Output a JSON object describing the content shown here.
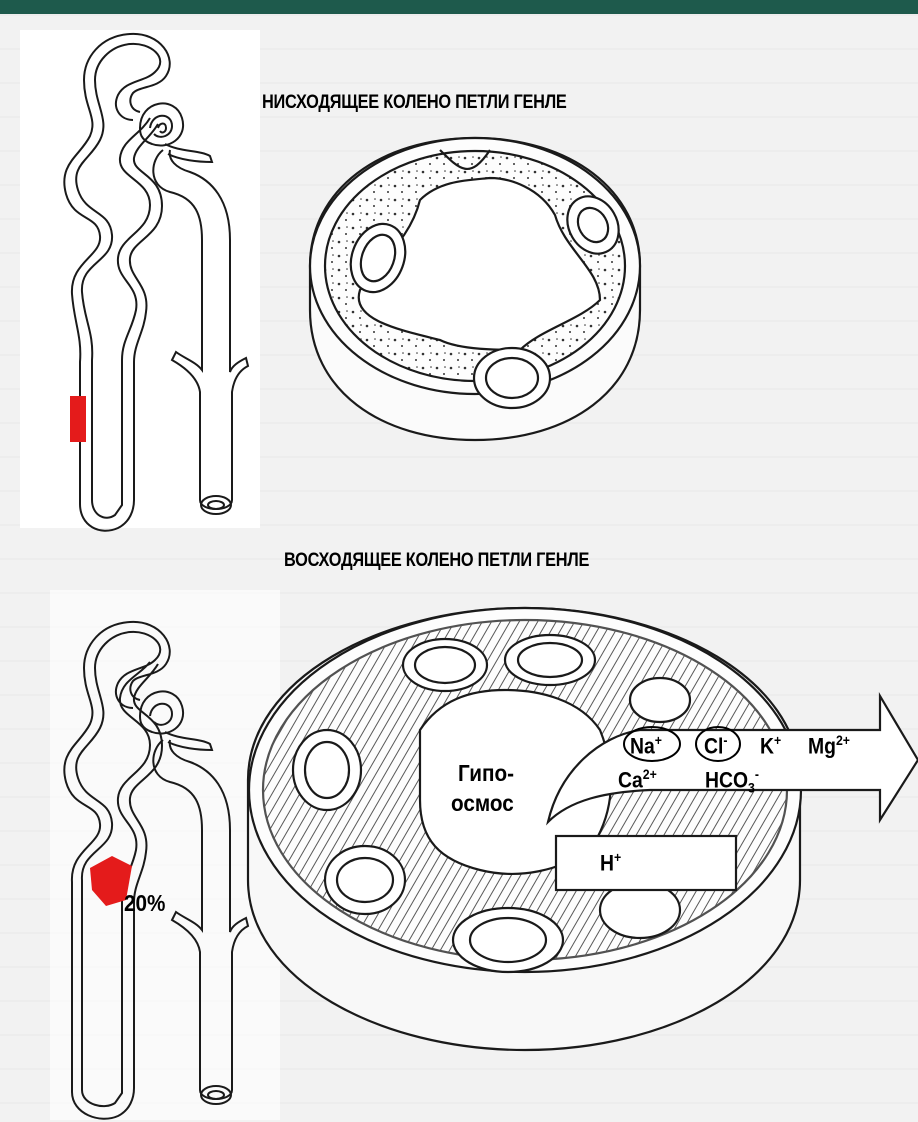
{
  "titles": {
    "descending": "НИСХОДЯЩЕЕ КОЛЕНО ПЕТЛИ ГЕНЛЕ",
    "ascending": "ВОСХОДЯЩЕЕ КОЛЕНО ПЕТЛИ ГЕНЛЕ"
  },
  "labels": {
    "percent": "20%",
    "lumen_line1": "Гипо-",
    "lumen_line2": "осмос"
  },
  "ions_out": {
    "na": "Na",
    "na_charge": "+",
    "cl": "Cl",
    "cl_charge": "-",
    "k": "K",
    "k_charge": "+",
    "mg": "Mg",
    "mg_charge": "2+",
    "ca": "Ca",
    "ca_charge": "2+",
    "hco3_base": "HCO",
    "hco3_sub": "3",
    "hco3_charge": "-"
  },
  "ions_in": {
    "h": "H",
    "h_charge": "+"
  },
  "colors": {
    "topbar": "#1e5a4c",
    "highlight_red": "#e41b1b",
    "outline": "#1a1a1a"
  }
}
